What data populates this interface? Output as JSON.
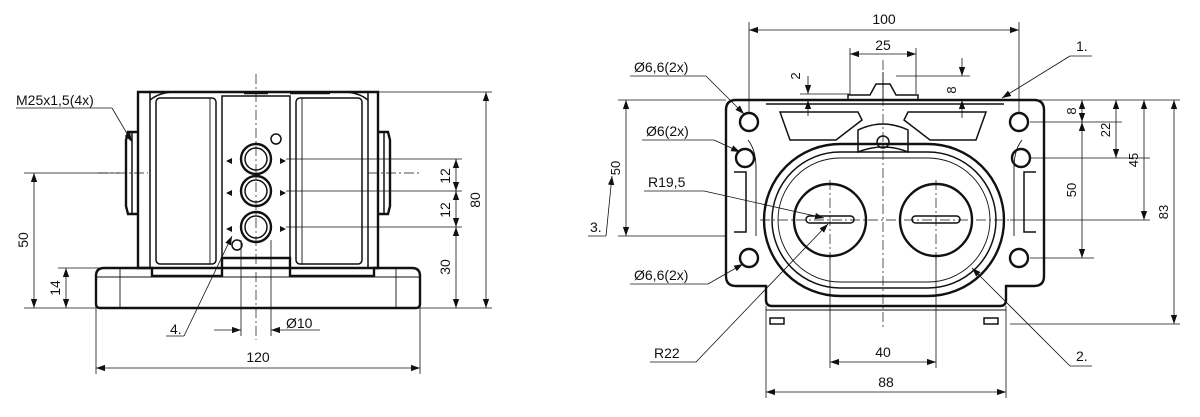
{
  "left_view": {
    "thread_note": "M25x1,5(4x)",
    "dims": {
      "d50": "50",
      "d14": "14",
      "d12a": "12",
      "d12b": "12",
      "d30": "30",
      "d80": "80",
      "d10": "Ø10",
      "d120": "120"
    },
    "callout_4": "4."
  },
  "right_view": {
    "dims": {
      "d100": "100",
      "d25": "25",
      "d2": "2",
      "d8top": "8",
      "d8r": "8",
      "d22": "22",
      "d45": "45",
      "d50r": "50",
      "d83": "83",
      "d50l": "50",
      "d40": "40",
      "d88": "88"
    },
    "notes": {
      "hole_top": "Ø6,6(2x)",
      "hole_mid": "Ø6(2x)",
      "r195": "R19,5",
      "hole_bot": "Ø6,6(2x)",
      "r22": "R22"
    },
    "callouts": {
      "c1": "1.",
      "c2": "2.",
      "c3": "3."
    }
  }
}
